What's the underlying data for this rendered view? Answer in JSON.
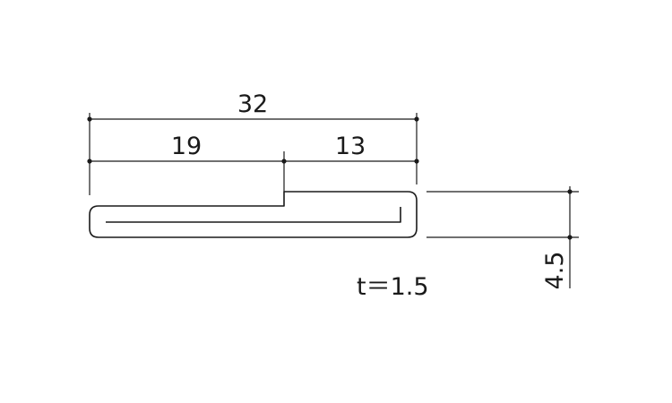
{
  "drawing": {
    "dimensions": {
      "overall_width": "32",
      "left_segment": "19",
      "right_segment": "13",
      "height": "4.5"
    },
    "thickness_note": "t＝1.5"
  },
  "colors": {
    "line": "#1a1a1a",
    "background": "#ffffff"
  }
}
